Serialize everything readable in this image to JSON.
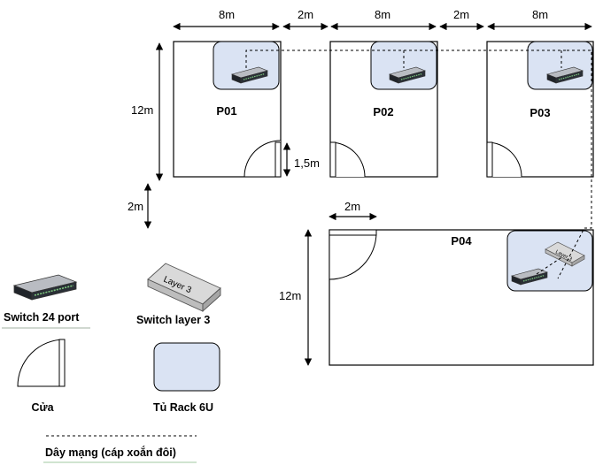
{
  "dimensions": {
    "top_widths": [
      "8m",
      "2m",
      "8m",
      "2m",
      "8m"
    ],
    "room_height": "12m",
    "door_gap": "1,5m",
    "row_gap": "2m",
    "p04_door_width": "2m",
    "p04_height": "12m"
  },
  "rooms": [
    {
      "name": "P01"
    },
    {
      "name": "P02"
    },
    {
      "name": "P03"
    },
    {
      "name": "P04"
    }
  ],
  "legend": {
    "switch24": "Switch 24 port",
    "switch_l3": "Switch  layer 3",
    "switch_l3_icon_text": "Layer 3",
    "door": "Cửa",
    "rack": "Tủ Rack 6U",
    "cable": "Dây mạng (cáp xoắn đôi)"
  },
  "colors": {
    "rack_fill": "#dae3f3",
    "line": "#000000"
  }
}
